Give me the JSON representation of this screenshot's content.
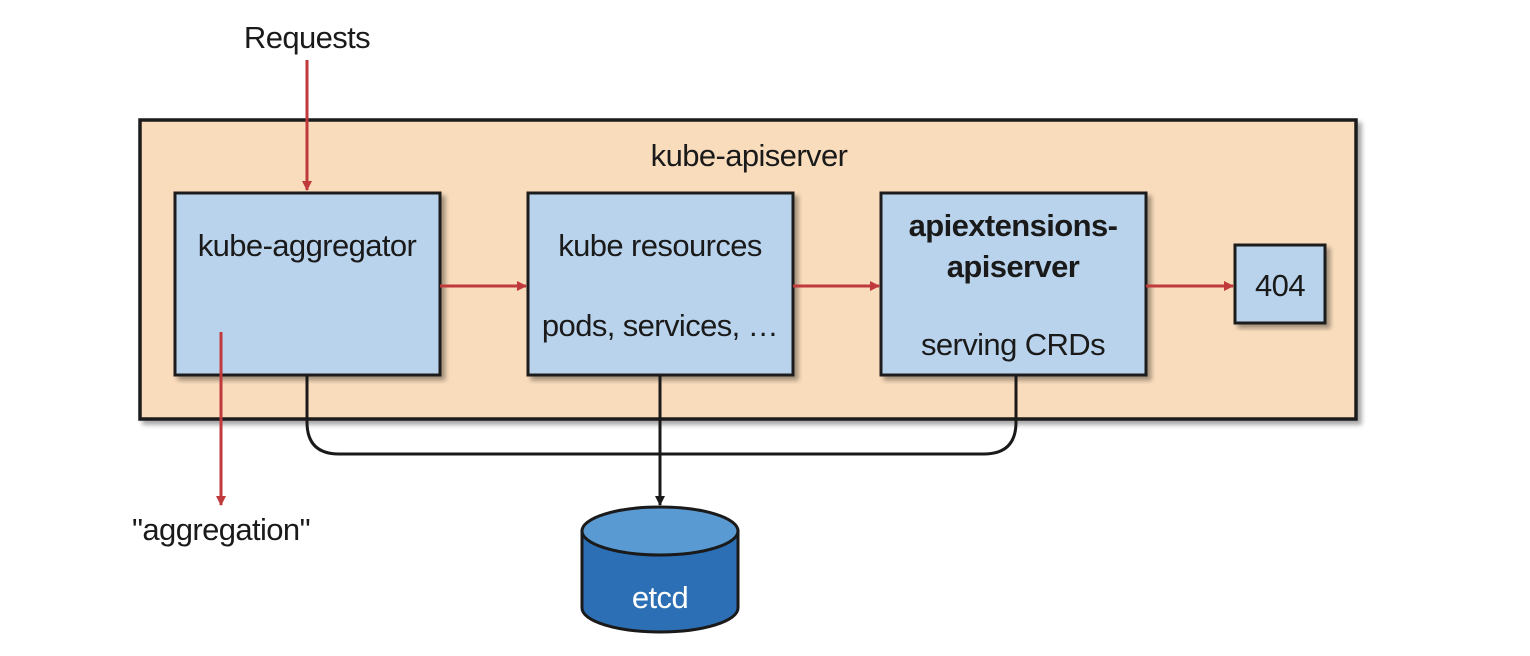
{
  "diagram": {
    "requests_label": "Requests",
    "aggregation_label": "\"aggregation\"",
    "container": {
      "title": "kube-apiserver"
    },
    "boxes": {
      "aggregator": {
        "title": "kube-aggregator"
      },
      "resources": {
        "title": "kube resources",
        "subtitle": "pods, services, …"
      },
      "apiextensions": {
        "title_line1": "apiextensions-",
        "title_line2": "apiserver",
        "subtitle": "serving CRDs"
      },
      "not_found": {
        "title": "404"
      }
    },
    "storage": {
      "label": "etcd"
    },
    "colors": {
      "container_fill": "#f9dcbc",
      "box_fill": "#b9d3ec",
      "request_arrow": "#c0393b",
      "storage_fill": "#2c6fb4",
      "storage_top": "#5a9ad3",
      "outline": "#1a1a1a"
    }
  }
}
